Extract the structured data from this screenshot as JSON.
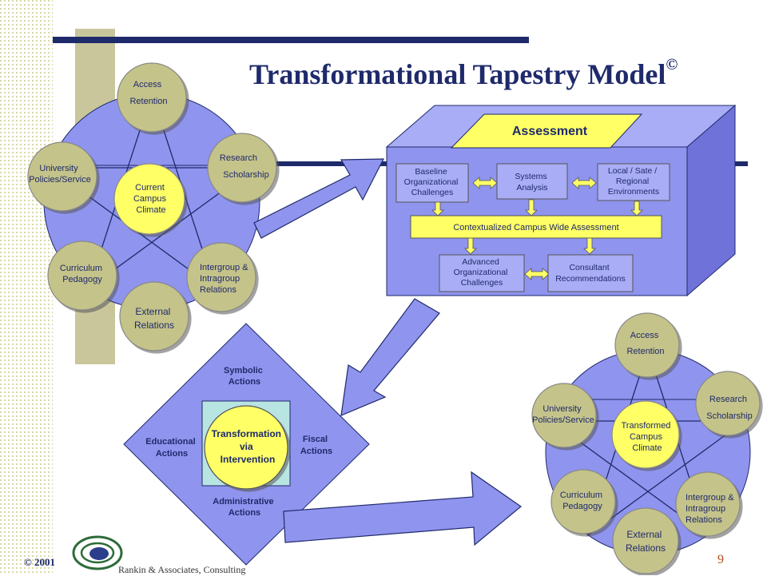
{
  "slide": {
    "title": "Transformational Tapestry Model",
    "copyright_symbol": "©",
    "footer_left": "© 2001",
    "company": "Rankin & Associates, Consulting",
    "page_number": "9"
  },
  "colors": {
    "navy": "#1f2a6b",
    "periwinkle": "#8f94ee",
    "olive_circle": "#c4c38a",
    "yellow": "#ffff66",
    "box_side": "#6f73d9",
    "box_top": "#a9adf5"
  },
  "left_pentagon": {
    "center": [
      "Current",
      "Campus",
      "Climate"
    ],
    "top": [
      "Access",
      "Retention"
    ],
    "top_right": [
      "Research",
      "Scholarship"
    ],
    "bottom_right": [
      "Intergroup &",
      "Intragroup",
      "Relations"
    ],
    "bottom": [
      "External",
      "Relations"
    ],
    "bottom_left": [
      "Curriculum",
      "Pedagogy"
    ],
    "top_left": [
      "University",
      "Policies/Service"
    ]
  },
  "assessment_box": {
    "header": "Assessment",
    "baseline": [
      "Baseline",
      "Organizational",
      "Challenges"
    ],
    "systems": [
      "Systems",
      "Analysis"
    ],
    "local": [
      "Local / Sate /",
      "Regional",
      "Environments"
    ],
    "contextualized": "Contextualized Campus Wide Assessment",
    "advanced": [
      "Advanced",
      "Organizational",
      "Challenges"
    ],
    "consultant": [
      "Consultant",
      "Recommendations"
    ]
  },
  "diamond": {
    "center": [
      "Transformation",
      "via",
      "Intervention"
    ],
    "top": [
      "Symbolic",
      "Actions"
    ],
    "left": [
      "Educational",
      "Actions"
    ],
    "right": [
      "Fiscal",
      "Actions"
    ],
    "bottom": [
      "Administrative",
      "Actions"
    ]
  },
  "right_pentagon": {
    "center": [
      "Transformed",
      "Campus",
      "Climate"
    ],
    "top": [
      "Access",
      "Retention"
    ],
    "top_right": [
      "Research",
      "Scholarship"
    ],
    "bottom_right": [
      "Intergroup &",
      "Intragroup",
      "Relations"
    ],
    "bottom": [
      "External",
      "Relations"
    ],
    "bottom_left": [
      "Curriculum",
      "Pedagogy"
    ],
    "top_left": [
      "University",
      "Policies/Service"
    ]
  }
}
